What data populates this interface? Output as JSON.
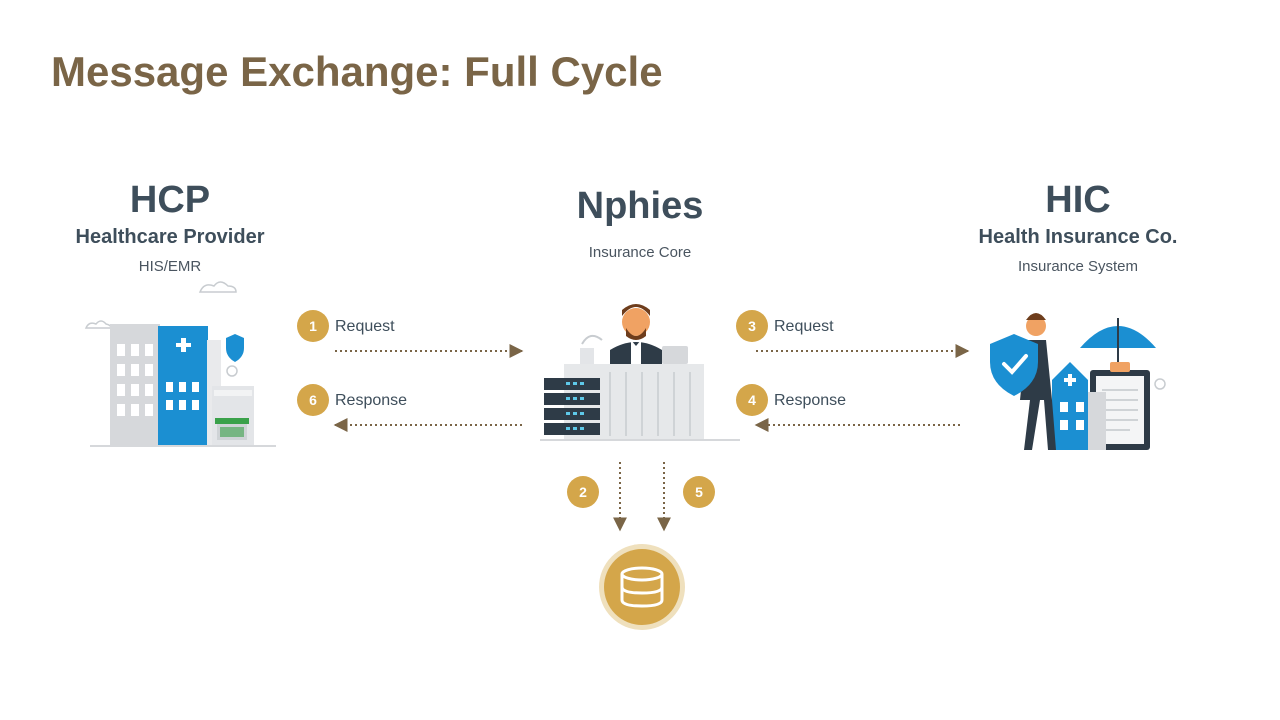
{
  "title": "Message Exchange: Full Cycle",
  "parties": {
    "hcp": {
      "abbr": "HCP",
      "full": "Healthcare Provider",
      "system": "HIS/EMR"
    },
    "nphies": {
      "abbr": "Nphies",
      "system": "Insurance Core"
    },
    "hic": {
      "abbr": "HIC",
      "full": "Health Insurance Co.",
      "system": "Insurance System"
    }
  },
  "steps": [
    {
      "number": "1",
      "label": "Request"
    },
    {
      "number": "2",
      "label": ""
    },
    {
      "number": "3",
      "label": "Request"
    },
    {
      "number": "4",
      "label": "Response"
    },
    {
      "number": "5",
      "label": ""
    },
    {
      "number": "6",
      "label": "Response"
    }
  ],
  "icons": {
    "hcp": "hospital-pharmacy-icon",
    "nphies": "operator-server-icon",
    "hic": "insurance-agent-shield-umbrella-icon",
    "database": "database-icon"
  },
  "colors": {
    "title": "#7a6547",
    "heading": "#3e4e5b",
    "step": "#d4a64a",
    "arrow": "#7a6547",
    "blue": "#1b8fd2"
  }
}
